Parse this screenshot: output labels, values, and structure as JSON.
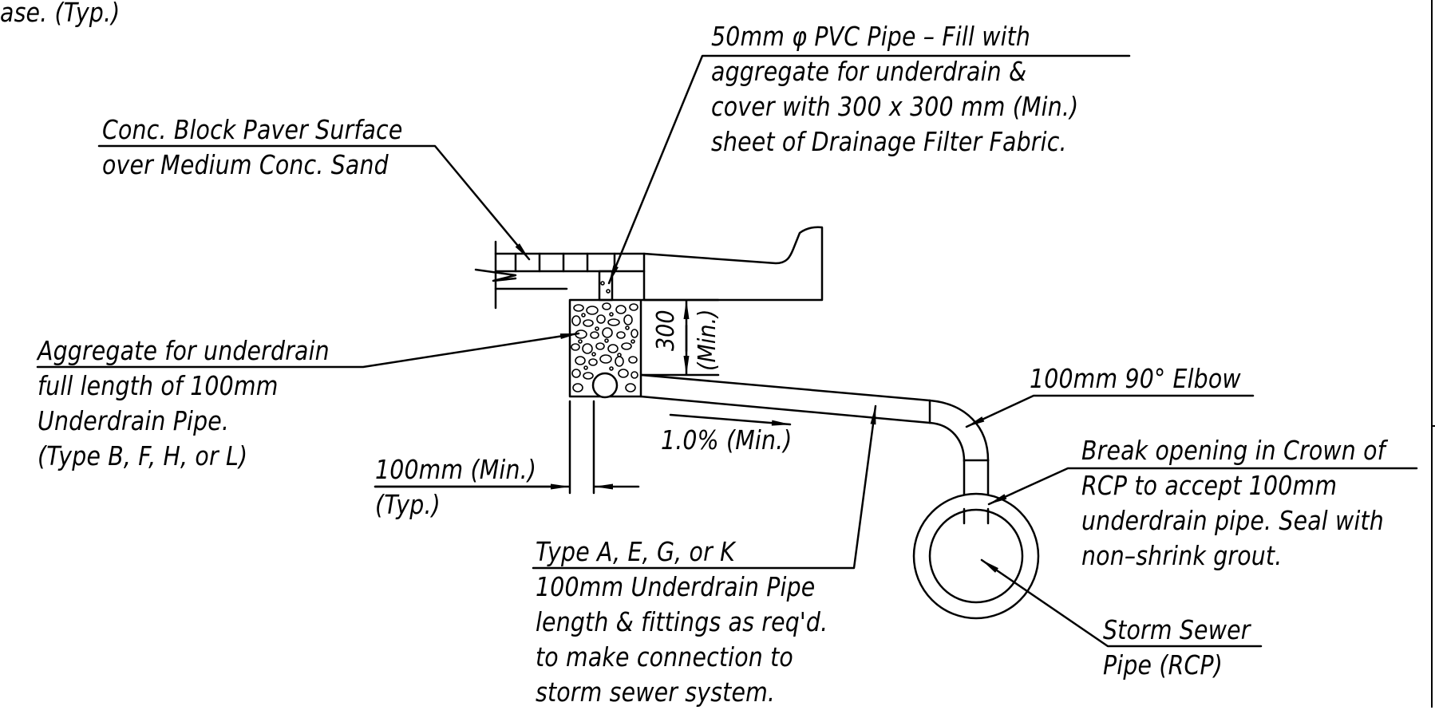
{
  "notes": {
    "top_left_fragment": "ase. (Typ.)",
    "pvc_pipe": [
      "50mm φ PVC Pipe – Fill with",
      "aggregate for underdrain &",
      "cover with 300 x 300 mm (Min.)",
      "sheet of Drainage Filter Fabric."
    ],
    "paver_surface": [
      "Conc. Block Paver Surface",
      "over Medium Conc. Sand"
    ],
    "aggregate": [
      "Aggregate for underdrain",
      "full length of 100mm",
      "Underdrain Pipe.",
      "(Type B, F, H, or L)"
    ],
    "elbow": [
      "100mm 90° Elbow"
    ],
    "break_opening": [
      "Break opening in Crown of",
      "RCP to accept 100mm",
      "underdrain pipe.  Seal with",
      "non–shrink grout."
    ],
    "width_dim": [
      "100mm (Min.)",
      "(Typ.)"
    ],
    "slope": "1.0% (Min.)",
    "underdrain_pipe": [
      "Type A, E, G, or K",
      "100mm Underdrain Pipe",
      "length & fittings as req'd.",
      "to make connection to",
      "storm sewer system."
    ],
    "storm_sewer": [
      "Storm Sewer",
      "Pipe (RCP)"
    ],
    "depth_dim": [
      "300",
      "(Min.)"
    ]
  }
}
